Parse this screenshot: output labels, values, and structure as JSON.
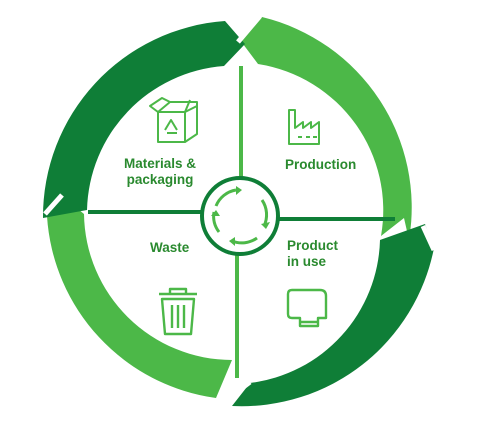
{
  "segments": [
    {
      "id": "materials",
      "lines": [
        "Materials &",
        "packaging"
      ],
      "icon": "recycling-box-icon"
    },
    {
      "id": "production",
      "lines": [
        "Production"
      ],
      "icon": "factory-icon"
    },
    {
      "id": "product_in_use",
      "lines": [
        "Product",
        "in use"
      ],
      "icon": "dispenser-icon"
    },
    {
      "id": "waste",
      "lines": [
        "Waste"
      ],
      "icon": "trash-can-icon"
    }
  ],
  "colors": {
    "dark_green": "#0f7e37",
    "light_green": "#4cb848",
    "divider": "#4cb848",
    "text": "#2a8a2f",
    "icon": "#4cb848"
  }
}
